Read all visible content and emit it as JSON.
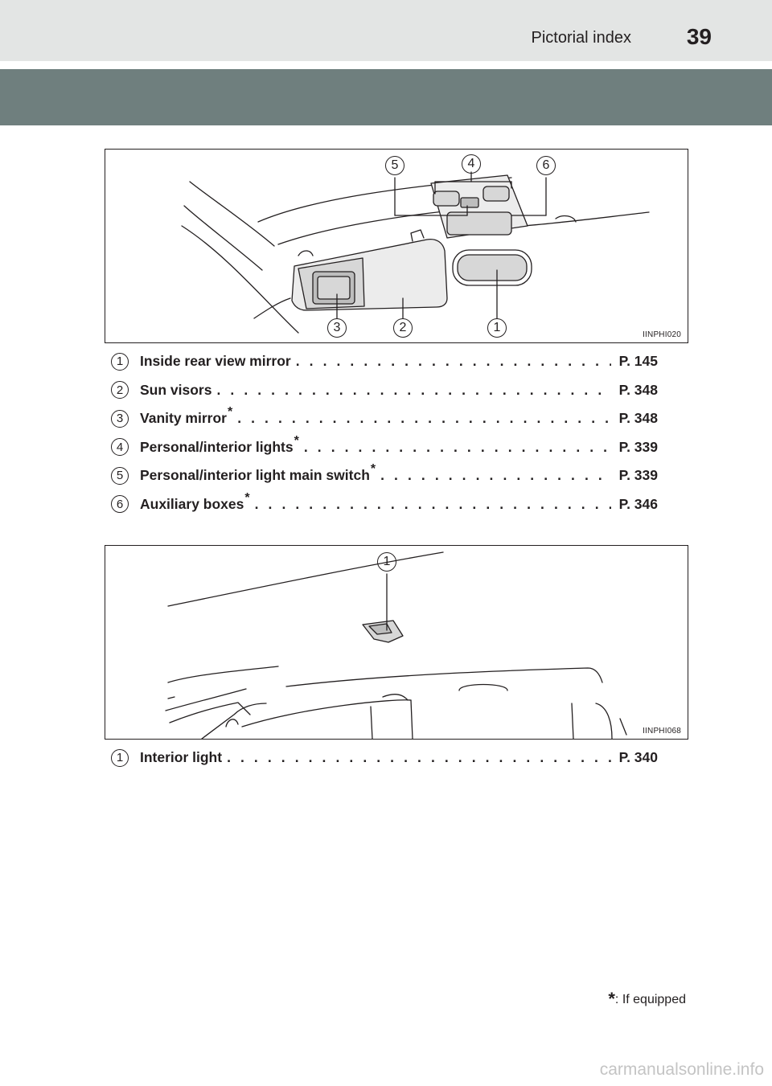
{
  "header": {
    "section_title": "Pictorial index",
    "page_number": "39"
  },
  "figure1": {
    "code": "IINPHI020",
    "callouts": [
      "5",
      "4",
      "6",
      "3",
      "2",
      "1"
    ]
  },
  "list1": [
    {
      "num": "1",
      "label": "Inside rear view mirror",
      "equipped": false,
      "ref": "P. 145"
    },
    {
      "num": "2",
      "label": "Sun visors",
      "equipped": false,
      "ref": "P. 348"
    },
    {
      "num": "3",
      "label": "Vanity mirror",
      "equipped": true,
      "ref": "P. 348"
    },
    {
      "num": "4",
      "label": "Personal/interior lights",
      "equipped": true,
      "ref": "P. 339"
    },
    {
      "num": "5",
      "label": "Personal/interior light main switch",
      "equipped": true,
      "ref": "P. 339"
    },
    {
      "num": "6",
      "label": "Auxiliary boxes",
      "equipped": true,
      "ref": "P. 346"
    }
  ],
  "figure2": {
    "code": "IINPHI068",
    "callouts": [
      "1"
    ]
  },
  "list2": [
    {
      "num": "1",
      "label": "Interior light",
      "equipped": false,
      "ref": "P. 340"
    }
  ],
  "footnote": {
    "star": "*",
    "text": ": If equipped"
  },
  "watermark": "carmanualsonline.info",
  "leader_dots": ". . . . . . . . . . . . . . . . . . . . . . . . . . . . . . . . . . . . . . . . . . . . . . . . . . . . . . . . . . . . . ."
}
